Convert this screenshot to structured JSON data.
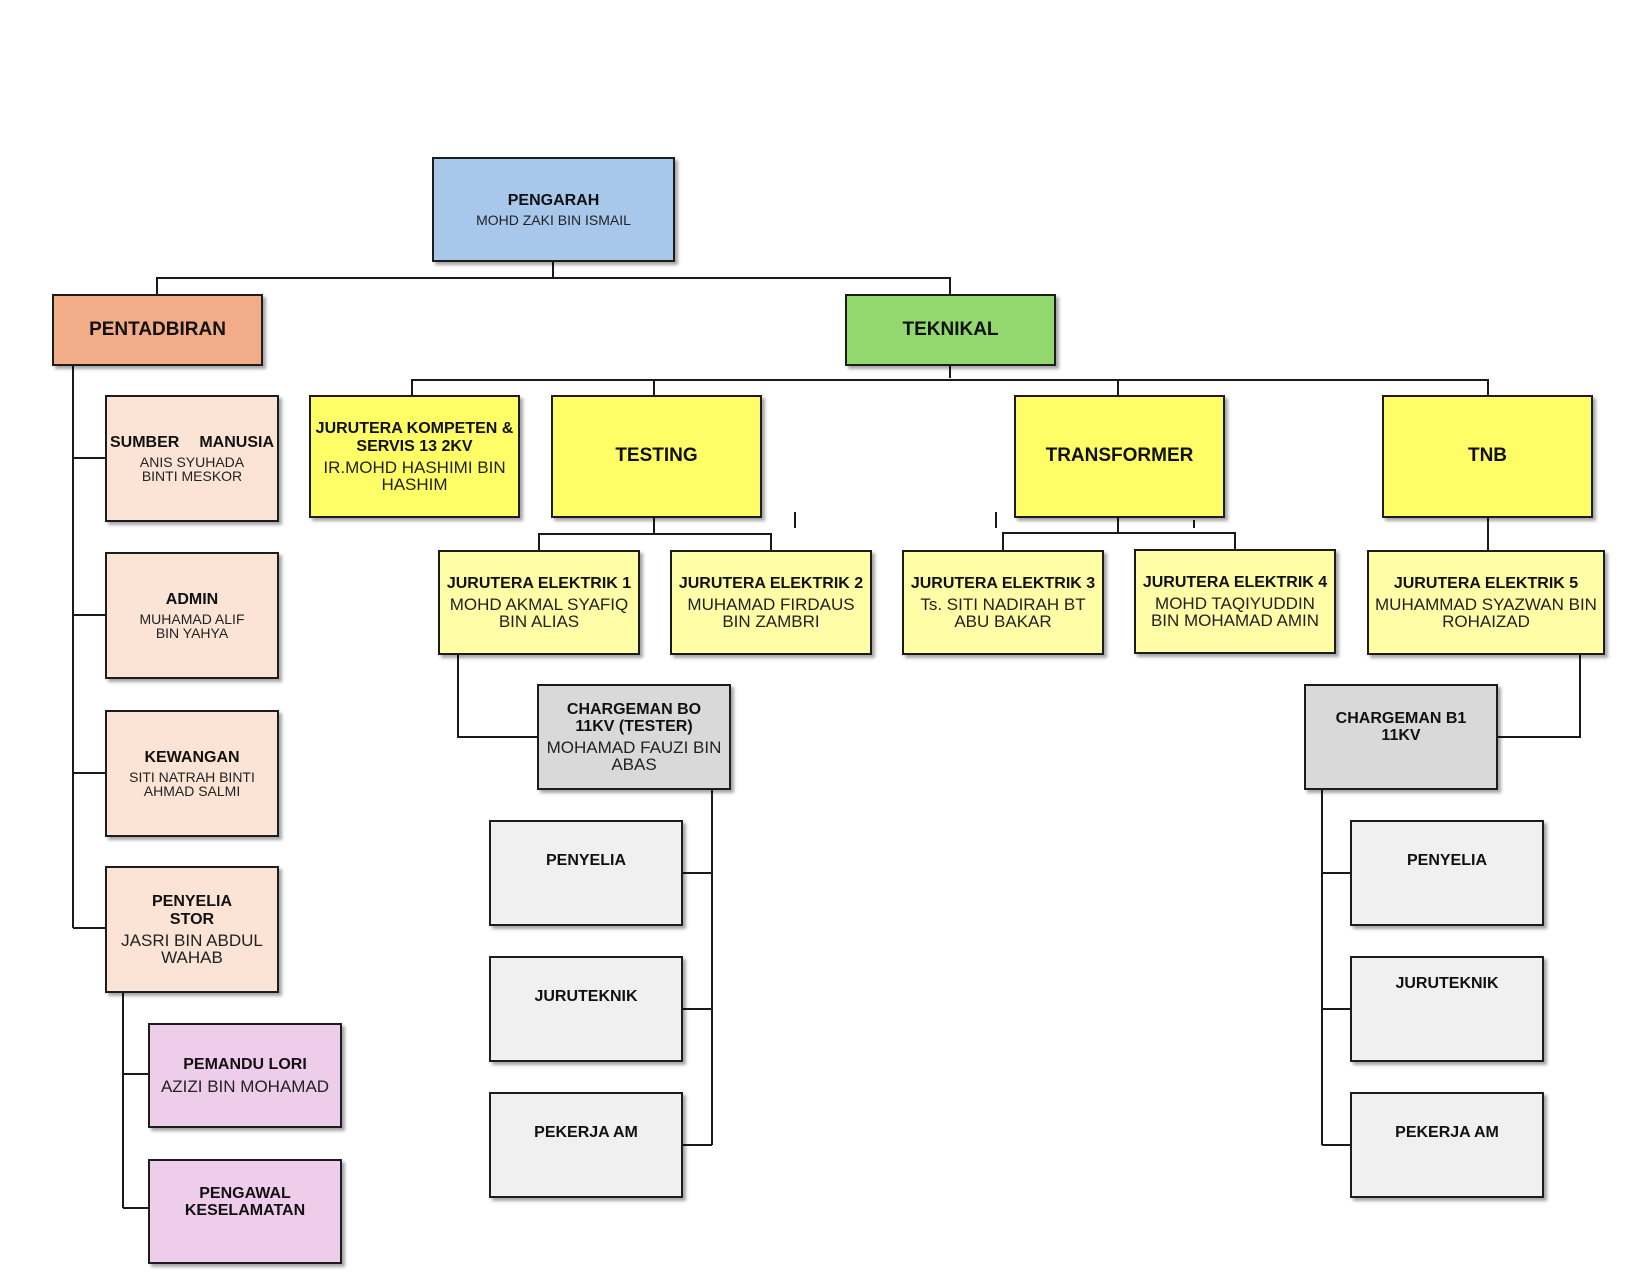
{
  "director": {
    "title": "PENGARAH",
    "name": "MOHD ZAKI BIN ISMAIL"
  },
  "admin_division": {
    "title": "PENTADBIRAN"
  },
  "tech_division": {
    "title": "TEKNIKAL"
  },
  "admin_units": {
    "hr": {
      "title": "SUMBER MANUSIA",
      "name": "ANIS SYUHADA BINTI MESKOR"
    },
    "admin": {
      "title": "ADMIN",
      "name": "MUHAMAD ALIF BIN YAHYA"
    },
    "finance": {
      "title": "KEWANGAN",
      "name": "SITI NATRAH BINTI AHMAD SALMI"
    },
    "store": {
      "title": "PENYELIA STOR",
      "name": "JASRI BIN ABDUL WAHAB"
    },
    "driver": {
      "title": "PEMANDU LORI",
      "name": "AZIZI BIN MOHAMAD"
    },
    "guard": {
      "title": "PENGAWAL KESELAMATAN"
    }
  },
  "tech_units": {
    "competent": {
      "title": "JURUTERA KOMPETEN & SERVIS 13 2KV",
      "name": "IR.MOHD HASHIMI BIN HASHIM"
    },
    "testing": {
      "title": "TESTING"
    },
    "transformer": {
      "title": "TRANSFORMER"
    },
    "tnb": {
      "title": "TNB"
    }
  },
  "engineers": [
    {
      "title": "JURUTERA ELEKTRIK 1",
      "name": "MOHD AKMAL SYAFIQ BIN ALIAS"
    },
    {
      "title": "JURUTERA ELEKTRIK 2",
      "name": "MUHAMAD FIRDAUS BIN ZAMBRI"
    },
    {
      "title": "JURUTERA ELEKTRIK 3",
      "name": "Ts. SITI NADIRAH BT ABU BAKAR"
    },
    {
      "title": "JURUTERA ELEKTRIK 4",
      "name": "MOHD TAQIYUDDIN BIN MOHAMAD AMIN"
    },
    {
      "title": "JURUTERA ELEKTRIK 5",
      "name": "MUHAMMAD SYAZWAN BIN ROHAIZAD"
    }
  ],
  "chargemen": [
    {
      "title": "CHARGEMAN BO 11KV (TESTER)",
      "name": "MOHAMAD FAUZI BIN ABAS"
    },
    {
      "title": "CHARGEMAN B1 11KV"
    }
  ],
  "staff_left": [
    "PENYELIA",
    "JURUTEKNIK",
    "PEKERJA AM"
  ],
  "staff_right": [
    "PENYELIA",
    "JURUTEKNIK",
    "PEKERJA AM"
  ],
  "colors": {
    "director": "#a8c8eb",
    "admin_division": "#f3ac88",
    "tech_division": "#92d86f",
    "admin_units": "#fbe3d6",
    "support_staff": "#eecdeb",
    "tech_units": "#fffe66",
    "engineers": "#fffea7",
    "chargemen": "#d9d9d9",
    "staff": "#f0f0f0"
  }
}
